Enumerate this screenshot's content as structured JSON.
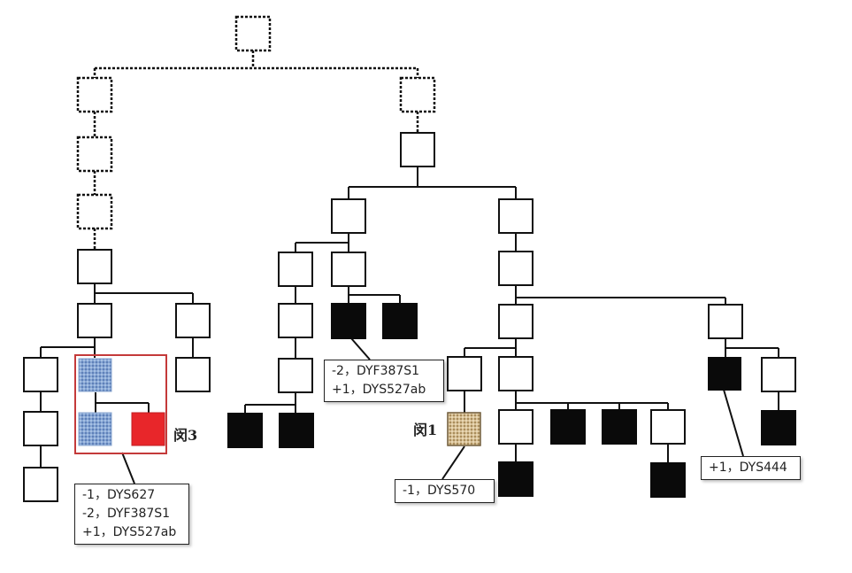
{
  "labels": {
    "min3": "闵3",
    "min1": "闵1"
  },
  "notes": {
    "left": [
      "-1，DYS627",
      "-2，DYF387S1",
      "+1，DYS527ab"
    ],
    "middle": [
      "-2，DYF387S1",
      "+1，DYS527ab"
    ],
    "center": [
      "-1，DYS570"
    ],
    "right": [
      "+1，DYS444"
    ]
  },
  "colors": {
    "outline": "#111111",
    "filled": "#0a0a0a",
    "highlight_box": "#c43a3a",
    "red_square": "#e8262a",
    "blue_texture": "#7f9fcf",
    "tan_texture": "#cdb48a"
  }
}
